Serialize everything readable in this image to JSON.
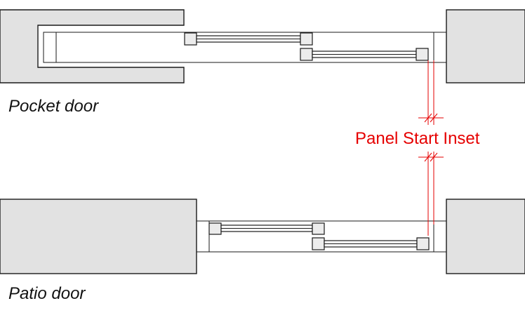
{
  "labels": {
    "pocket": "Pocket door",
    "patio": "Patio door",
    "dimension": "Panel Start Inset"
  },
  "colors": {
    "wall_fill": "#e2e2e2",
    "outline": "#1a1a1a",
    "dimension": "#e60000",
    "background": "#ffffff"
  }
}
